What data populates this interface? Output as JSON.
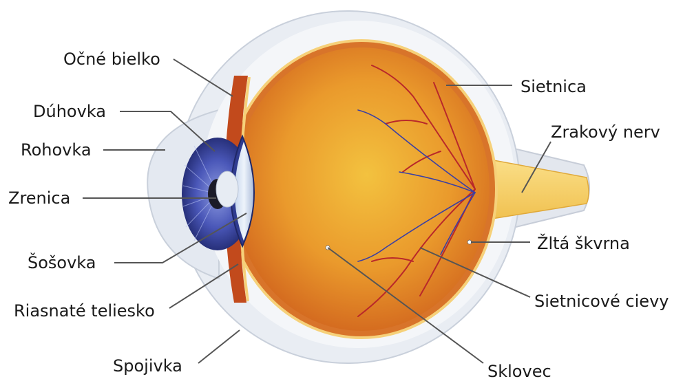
{
  "labels": {
    "ocne_bielko": "Očné bielko",
    "duhovka": "Dúhovka",
    "rohovka": "Rohovka",
    "zrenica": "Zrenica",
    "sosovka": "Šošovka",
    "riasnate_teliesko": "Riasnaté teliesko",
    "spojivka": "Spojivka",
    "sietnica": "Sietnica",
    "zrakovy_nerv": "Zrakový nerv",
    "zlta_skvrna": "Žltá škvrna",
    "sietnicove_cievy": "Sietnicové cievy",
    "sklovec": "Sklovec"
  }
}
